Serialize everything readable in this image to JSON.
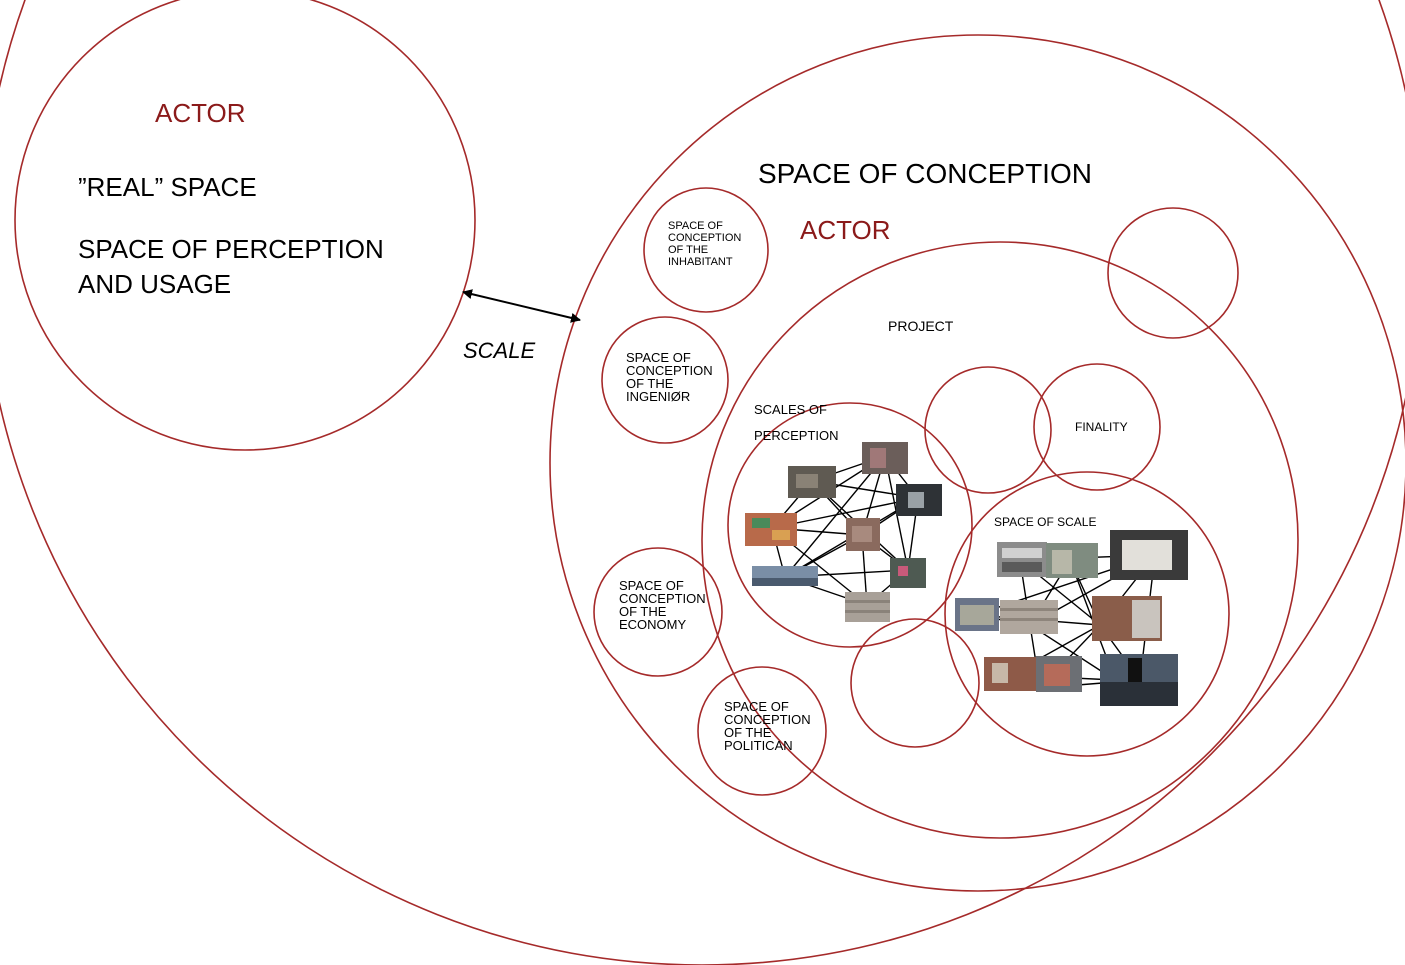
{
  "outer": {
    "actor": "ACTOR",
    "real_space": "”REAL” SPACE",
    "perception_usage": "SPACE OF PERCEPTION\nAND USAGE"
  },
  "scale_label": "SCALE",
  "conception": {
    "title": "SPACE OF CONCEPTION",
    "actor": "ACTOR",
    "inhabitant": "SPACE OF\nCONCEPTION\nOF THE\nINHABITANT",
    "ingenior": "SPACE OF\nCONCEPTION\nOF THE\nINGENIØR",
    "economy": "SPACE OF\nCONCEPTION\nOF THE\nECONOMY",
    "politican": "SPACE OF\nCONCEPTION\nOF THE\nPOLITICAN"
  },
  "project": {
    "title": "PROJECT",
    "scales_of": "SCALES OF",
    "perception": "PERCEPTION",
    "finality": "FINALITY",
    "space_of_scale": "SPACE OF SCALE"
  },
  "colors": {
    "circle": "#a52a2a",
    "accent_text": "#8b1a1a"
  }
}
